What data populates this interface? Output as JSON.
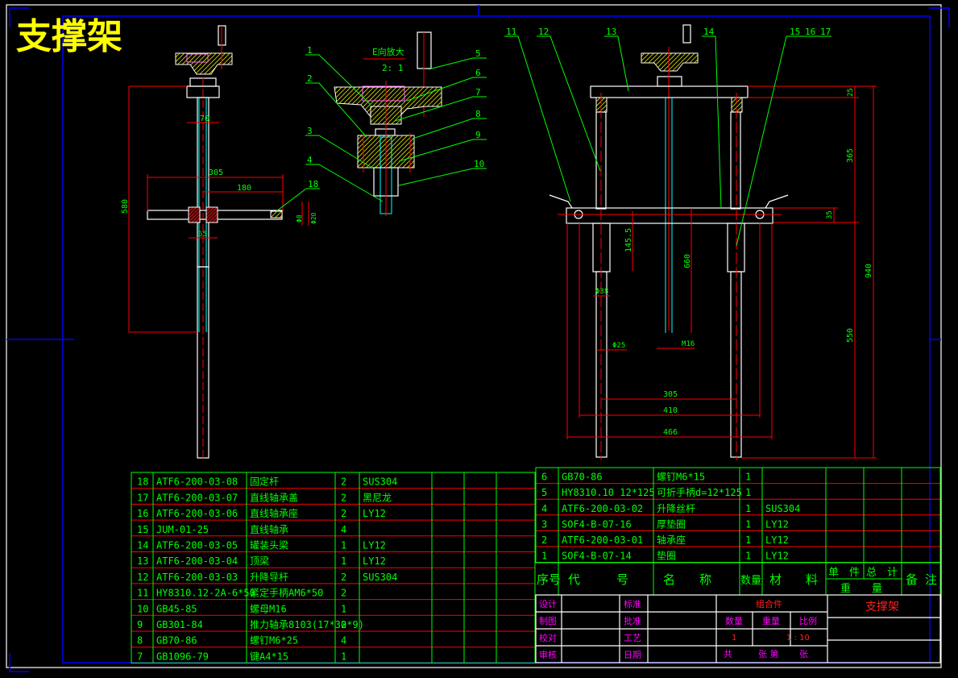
{
  "drawing": {
    "title": "支撑架",
    "detail_view": {
      "label": "E向放大",
      "scale": "2: 1"
    },
    "balloons_left": [
      "1",
      "2",
      "3",
      "4",
      "18"
    ],
    "balloons_right_detail": [
      "5",
      "6",
      "7",
      "8",
      "9",
      "10"
    ],
    "balloons_front": [
      "11",
      "12",
      "13",
      "14",
      "15",
      "16",
      "17"
    ],
    "dimensions": {
      "side_view": {
        "total_height": "580",
        "width_top": "70",
        "handle_span": "305",
        "handle_half": "180",
        "hub": "65",
        "pin_d1": "Φ8",
        "pin_d2": "Φ20"
      },
      "front_view": {
        "top_plate": "25",
        "upper_column": "365",
        "crossbar": "35",
        "lower_column": "550",
        "overall": "940",
        "guide_travel": "145.5",
        "screw_length": "660",
        "bushing_d": "Φ38",
        "rod_d": "Φ25",
        "screw_thread": "M16",
        "span_inner": "305",
        "span_mid": "410",
        "span_outer": "466"
      }
    }
  },
  "bom_left": {
    "rows": [
      {
        "no": "18",
        "code": "ATF6-200-03-08",
        "name": "固定杆",
        "qty": "2",
        "material": "SUS304"
      },
      {
        "no": "17",
        "code": "ATF6-200-03-07",
        "name": "直线轴承盖",
        "qty": "2",
        "material": "黑尼龙"
      },
      {
        "no": "16",
        "code": "ATF6-200-03-06",
        "name": "直线轴承座",
        "qty": "2",
        "material": "LY12"
      },
      {
        "no": "15",
        "code": "JUM-01-25",
        "name": "直线轴承",
        "qty": "4",
        "material": ""
      },
      {
        "no": "14",
        "code": "ATF6-200-03-05",
        "name": "罐装头梁",
        "qty": "1",
        "material": "LY12"
      },
      {
        "no": "13",
        "code": "ATF6-200-03-04",
        "name": "顶梁",
        "qty": "1",
        "material": "LY12"
      },
      {
        "no": "12",
        "code": "ATF6-200-03-03",
        "name": "升降导杆",
        "qty": "2",
        "material": "SUS304"
      },
      {
        "no": "11",
        "code": "HY8310.12-2A-6*50",
        "name": "紧定手柄AM6*50",
        "qty": "2",
        "material": ""
      },
      {
        "no": "10",
        "code": "GB45-85",
        "name": "螺母M16",
        "qty": "1",
        "material": ""
      },
      {
        "no": "9",
        "code": "GB301-84",
        "name": "推力轴承8103(17*30*9)",
        "qty": "2",
        "material": ""
      },
      {
        "no": "8",
        "code": "GB70-86",
        "name": "螺钉M6*25",
        "qty": "4",
        "material": ""
      },
      {
        "no": "7",
        "code": "GB1096-79",
        "name": "键A4*15",
        "qty": "1",
        "material": ""
      }
    ]
  },
  "bom_right": {
    "rows": [
      {
        "no": "6",
        "code": "GB70-86",
        "name": "螺钉M6*15",
        "qty": "1",
        "material": ""
      },
      {
        "no": "5",
        "code": "HY8310.10   12*125",
        "name": "可折手柄d=12*125",
        "qty": "1",
        "material": ""
      },
      {
        "no": "4",
        "code": "ATF6-200-03-02",
        "name": "升降丝杆",
        "qty": "1",
        "material": "SUS304"
      },
      {
        "no": "3",
        "code": "SOF4-B-07-16",
        "name": "厚垫圈",
        "qty": "1",
        "material": "LY12"
      },
      {
        "no": "2",
        "code": "ATF6-200-03-01",
        "name": "轴承座",
        "qty": "1",
        "material": "LY12"
      },
      {
        "no": "1",
        "code": "SOF4-B-07-14",
        "name": "垫圈",
        "qty": "1",
        "material": "LY12"
      }
    ],
    "header": {
      "no": "序号",
      "code": "代　　　号",
      "name": "名　　称",
      "qty": "数量",
      "material": "材　　料",
      "unit_weight": "单　件",
      "total_weight": "总　计",
      "weight": "重　　量",
      "remark": "备 注"
    }
  },
  "title_block": {
    "design": "设计",
    "draw": "制图",
    "check": "校对",
    "review": "审核",
    "standard": "标准",
    "approve": "批准",
    "process": "工艺",
    "date": "日期",
    "type": "组合件",
    "qty_label": "数量",
    "weight_label": "重量",
    "scale_label": "比例",
    "qty_value": "1",
    "scale_value": "1 : 10",
    "sheet_total": "共",
    "sheet_mid": "张 第",
    "sheet_end": "张",
    "drawing_name": "支撑架"
  },
  "colors": {
    "background": "#000000",
    "dimension": "#ff0000",
    "text": "#00ff00",
    "title": "#ffff00",
    "outline": "#ffffff",
    "frame": "#0000ff",
    "titleblock_text": "#ff00ff"
  }
}
